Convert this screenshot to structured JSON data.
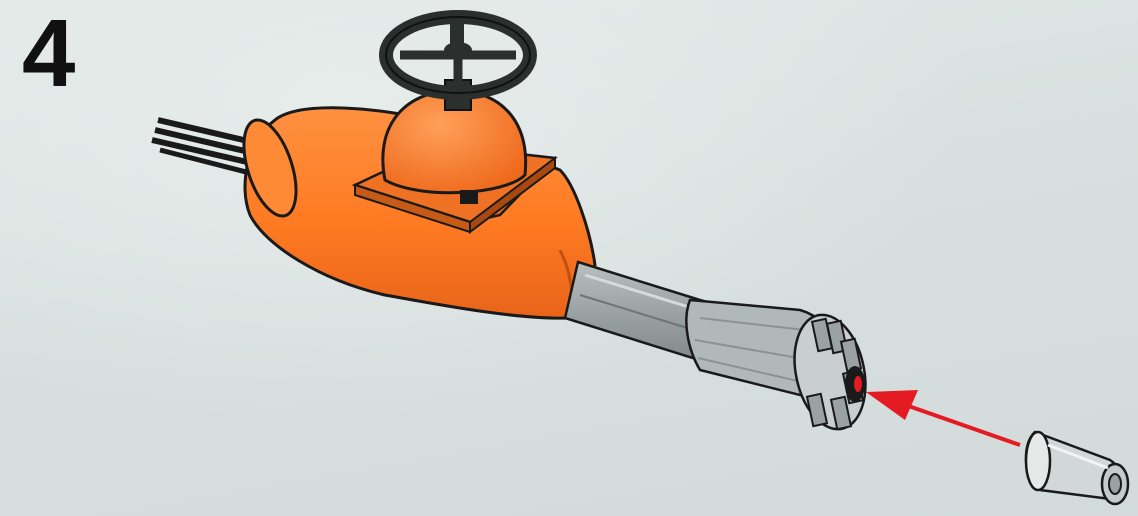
{
  "instruction": {
    "step_number": "4",
    "colors": {
      "background": "#dfe6e5",
      "body": "#ff7f2a",
      "body_shadow": "#e0631a",
      "wheel": "#2b302e",
      "metal": "#9aa3a2",
      "metal_light": "#c9cfce",
      "arrow": "#e51b24",
      "outline": "#1a1a1a"
    },
    "parts": {
      "handwheel": "handwheel",
      "body": "orange-body",
      "nozzle": "gray-nozzle",
      "tip": "nozzle-tip",
      "arrow": "assembly-arrow"
    }
  }
}
